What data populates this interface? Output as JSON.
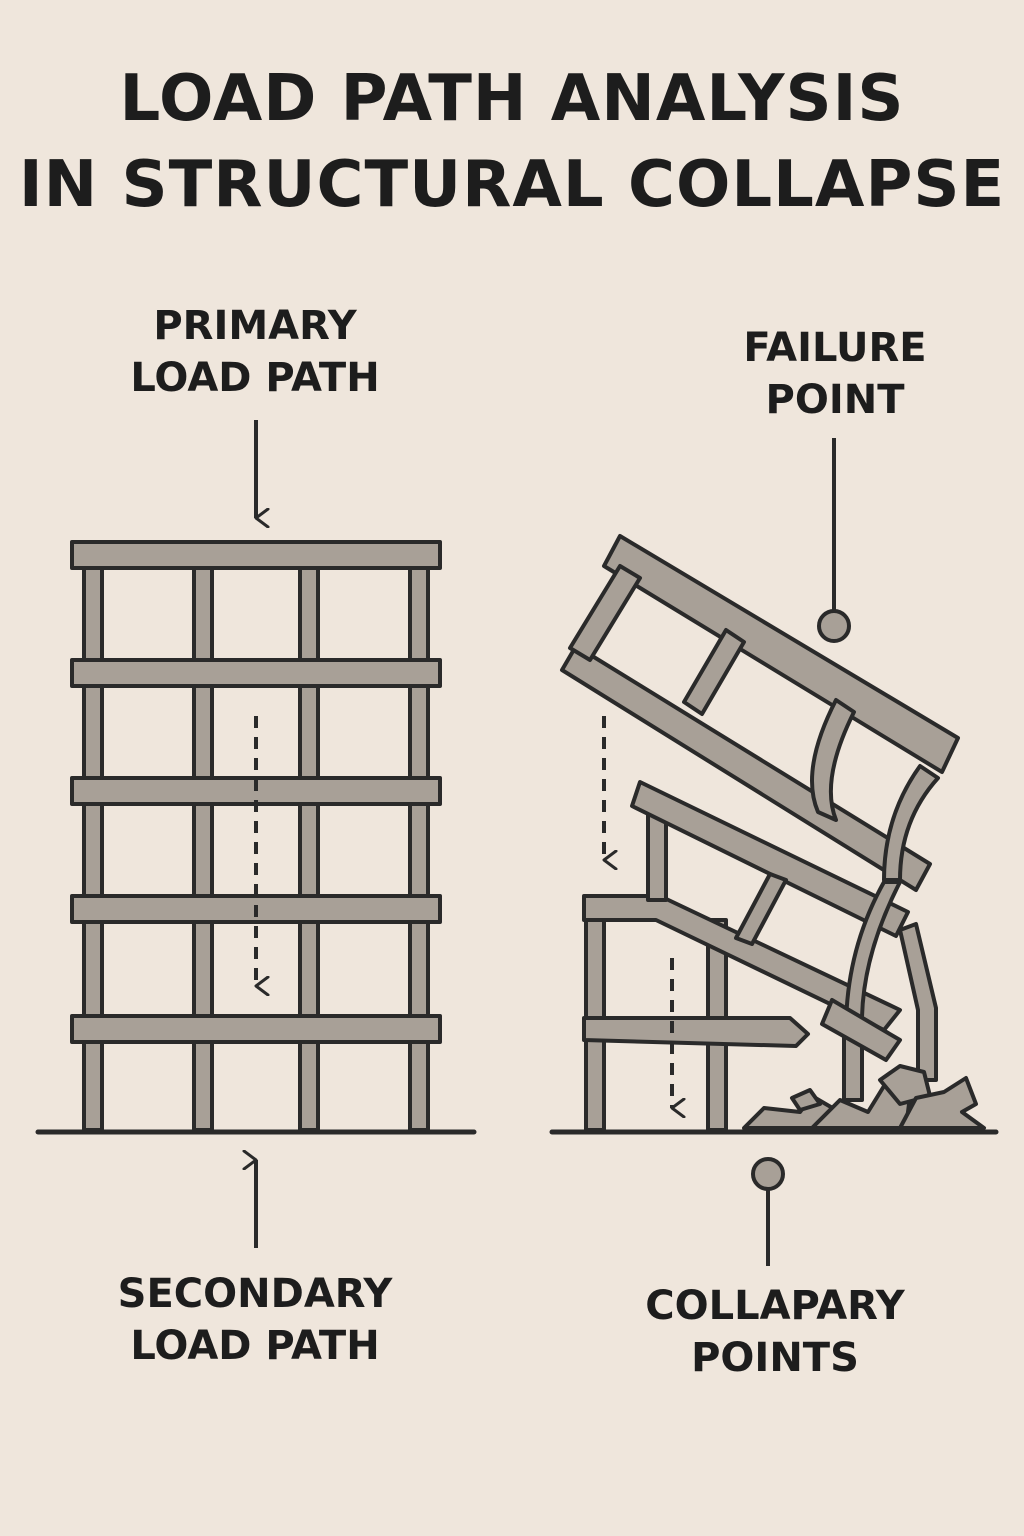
{
  "title": {
    "line1": "LOAD PATH ANALYSIS",
    "line2": "IN STRUCTURAL COLLAPSE"
  },
  "labels": {
    "primary": {
      "line1": "PRIMARY",
      "line2": "LOAD PATH"
    },
    "secondary": {
      "line1": "SECONDARY",
      "line2": "LOAD PATH"
    },
    "failure": {
      "line1": "FAILURE",
      "line2": "POINT"
    },
    "collapse": {
      "line1": "COLLAPARY",
      "line2": "POINTS"
    }
  },
  "colors": {
    "background": "#efe6dc",
    "beam_fill": "#a8a097",
    "outline": "#2a2a2a",
    "text": "#1d1d1d"
  }
}
